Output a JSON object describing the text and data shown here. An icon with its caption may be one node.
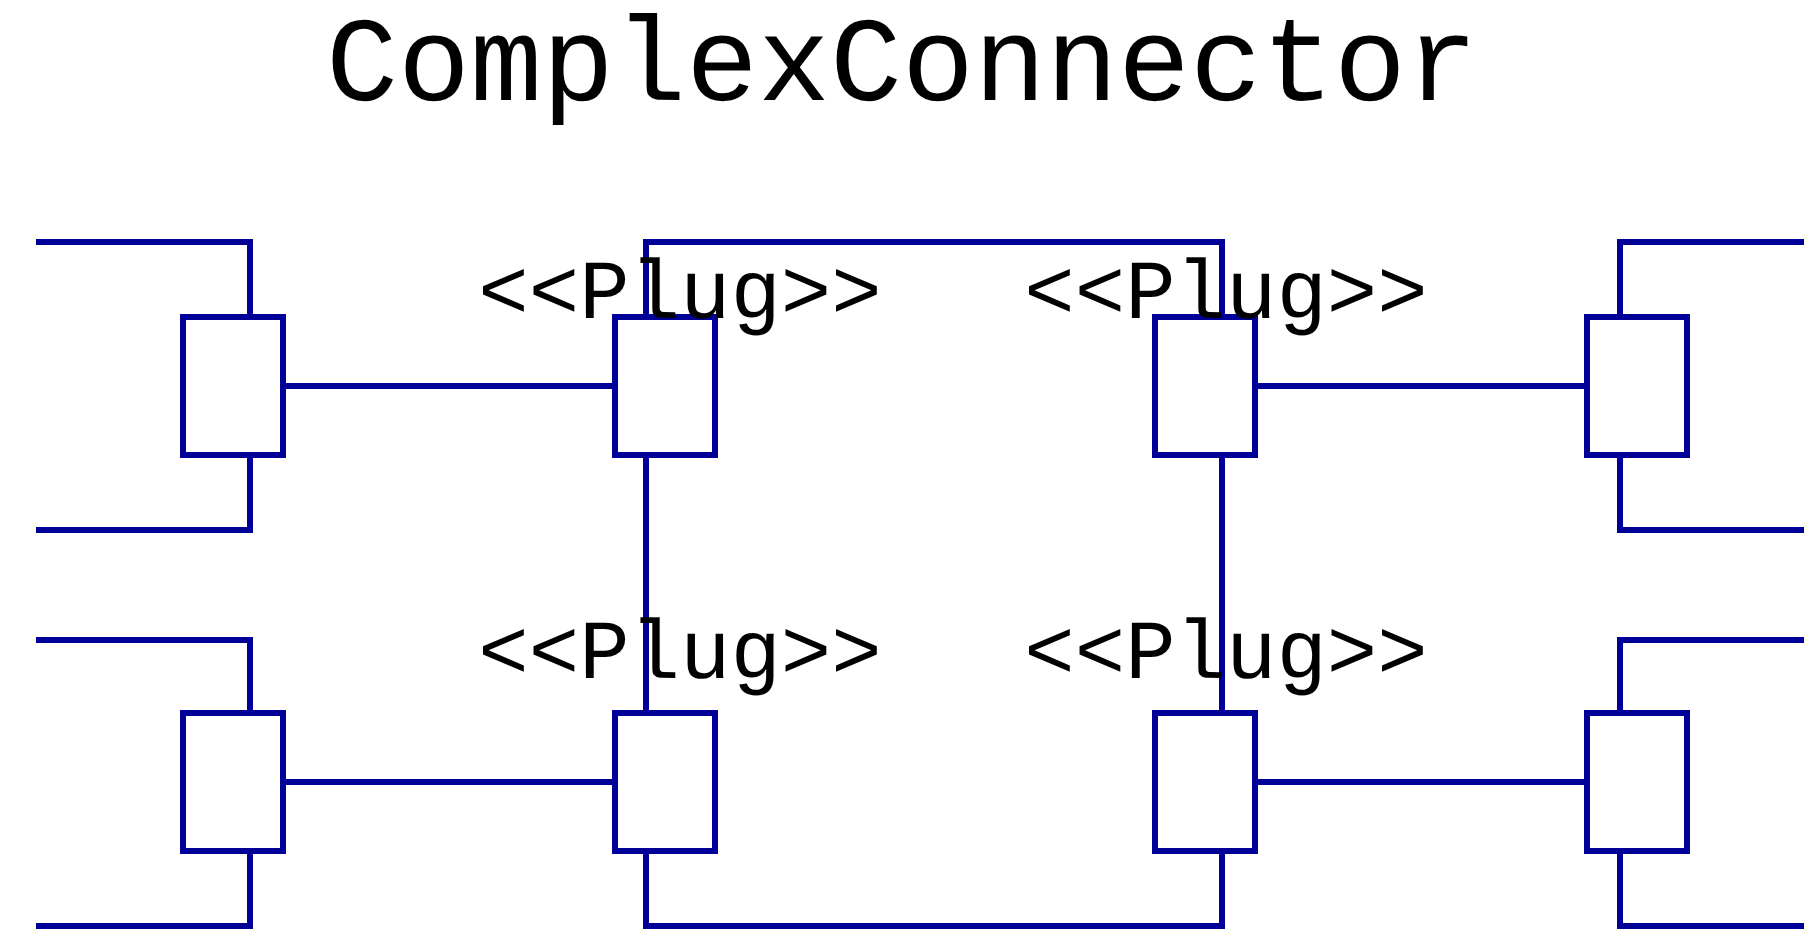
{
  "diagram": {
    "title": "ComplexConnector",
    "nodes": [
      {
        "text": [],
        "shape": "box"
      },
      {
        "text": [],
        "shape": "box",
        "beside": [
          "<<Plug>>"
        ]
      },
      {
        "text": [],
        "shape": "box",
        "beside": [
          "<<Plug>>"
        ]
      },
      {
        "text": [],
        "shape": "box"
      },
      {
        "text": [],
        "shape": "box"
      },
      {
        "text": [],
        "shape": "box",
        "beside": [
          "<<Plug>>"
        ]
      },
      {
        "text": [],
        "shape": "box",
        "beside": [
          "<<Plug>>"
        ]
      },
      {
        "text": [],
        "shape": "box"
      }
    ],
    "edges": [
      {
        "from": 0,
        "to": 1,
        "arrow": "none"
      },
      {
        "from": 2,
        "to": 3,
        "arrow": "none"
      },
      {
        "from": 4,
        "to": 5,
        "arrow": "none"
      },
      {
        "from": 6,
        "to": 7,
        "arrow": "none"
      },
      {
        "from": 1,
        "to": 2,
        "arrow": "none"
      },
      {
        "from": 1,
        "to": 5,
        "arrow": "none"
      },
      {
        "from": 2,
        "to": 6,
        "arrow": "none"
      },
      {
        "from": 5,
        "to": 6,
        "arrow": "none"
      },
      {
        "from": null,
        "to": 0,
        "arrow": "none"
      },
      {
        "from": null,
        "to": 0,
        "arrow": "none"
      },
      {
        "from": null,
        "to": 4,
        "arrow": "none"
      },
      {
        "from": null,
        "to": 4,
        "arrow": "none"
      },
      {
        "from": null,
        "to": 3,
        "arrow": "none"
      },
      {
        "from": null,
        "to": 3,
        "arrow": "none"
      },
      {
        "from": null,
        "to": 7,
        "arrow": "none"
      },
      {
        "from": null,
        "to": 7,
        "arrow": "none"
      }
    ]
  }
}
